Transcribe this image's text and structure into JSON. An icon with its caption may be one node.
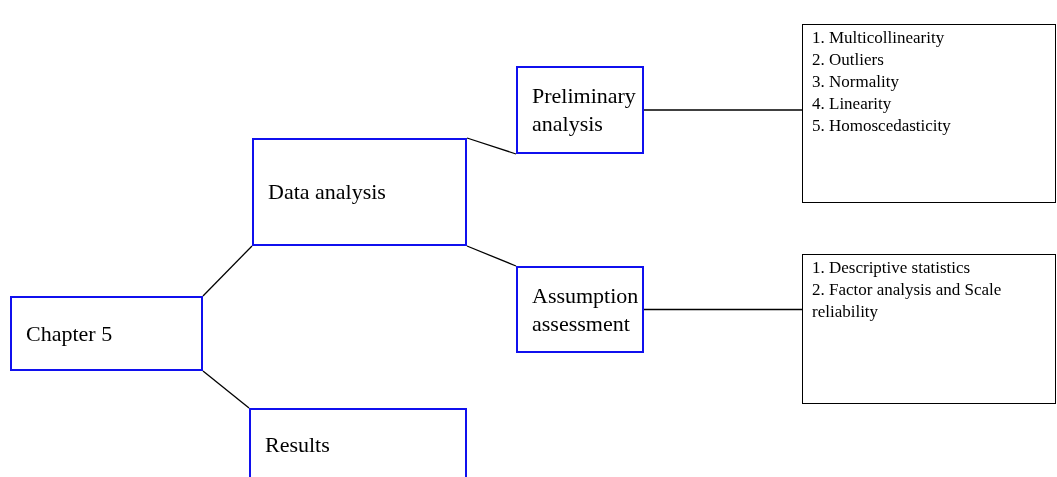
{
  "diagram": {
    "nodes": [
      {
        "text": [
          "Chapter 5"
        ]
      },
      {
        "text": [
          "Data analysis"
        ]
      },
      {
        "text": [
          "Preliminary analysis"
        ]
      },
      {
        "text": [
          "Assumption assessment"
        ]
      },
      {
        "text": [
          "Results"
        ]
      },
      {
        "text": [
          "1. Multicollinearity",
          "2. Outliers",
          "3. Normality",
          "4. Linearity",
          "5. Homoscedasticity"
        ]
      },
      {
        "text": [
          "1. Descriptive statistics",
          "2. Factor analysis and Scale reliability"
        ]
      }
    ],
    "edges": [
      {
        "from": 0,
        "to": 1,
        "arrow": "none"
      },
      {
        "from": 0,
        "to": 4,
        "arrow": "none"
      },
      {
        "from": 1,
        "to": 2,
        "arrow": "none"
      },
      {
        "from": 1,
        "to": 3,
        "arrow": "none"
      },
      {
        "from": 2,
        "to": 5,
        "arrow": "none"
      },
      {
        "from": 3,
        "to": 6,
        "arrow": "none"
      }
    ]
  }
}
